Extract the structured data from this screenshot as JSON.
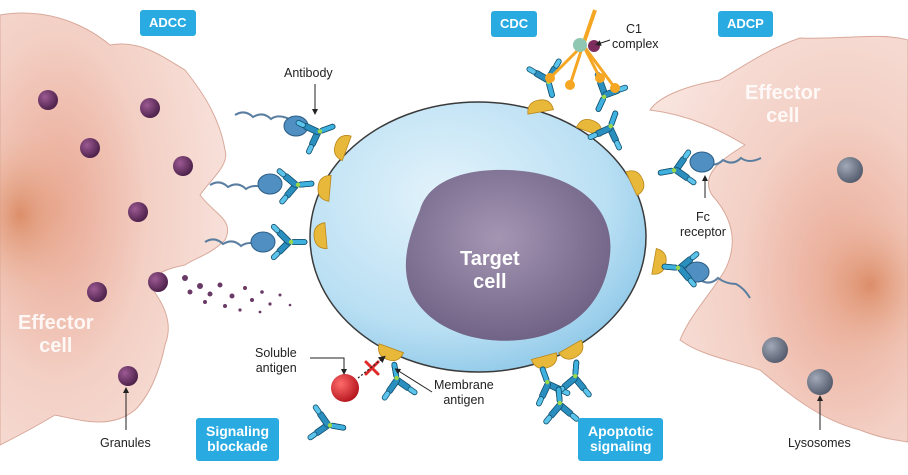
{
  "badges": {
    "adcc": "ADCC",
    "cdc": "CDC",
    "adcp": "ADCP",
    "signaling_blockade_1": "Signaling",
    "signaling_blockade_2": "blockade",
    "apoptotic_1": "Apoptotic",
    "apoptotic_2": "signaling"
  },
  "labels": {
    "antibody": "Antibody",
    "c1_line1": "C1",
    "c1_line2": "complex",
    "fc_line1": "Fc",
    "fc_line2": "receptor",
    "soluble_line1": "Soluble",
    "soluble_line2": "antigen",
    "membrane_line1": "Membrane",
    "membrane_line2": "antigen",
    "granules": "Granules",
    "lysosomes": "Lysosomes"
  },
  "cells": {
    "left_effector_1": "Effector",
    "left_effector_2": "cell",
    "right_effector_1": "Effector",
    "right_effector_2": "cell",
    "target_1": "Target",
    "target_2": "cell"
  },
  "colors": {
    "badge": "#29abe2",
    "antibody": "#2a8fbf",
    "antigen": "#e8b83a",
    "target_cytoplasm": "#bfe3f5",
    "target_nucleus": "#8e7f9e",
    "effector": "#f3d6cf",
    "granule": "#5a2a55",
    "lysosome": "#6f7787",
    "soluble_antigen": "#d7262e",
    "c1_complex": "#f5a623"
  }
}
